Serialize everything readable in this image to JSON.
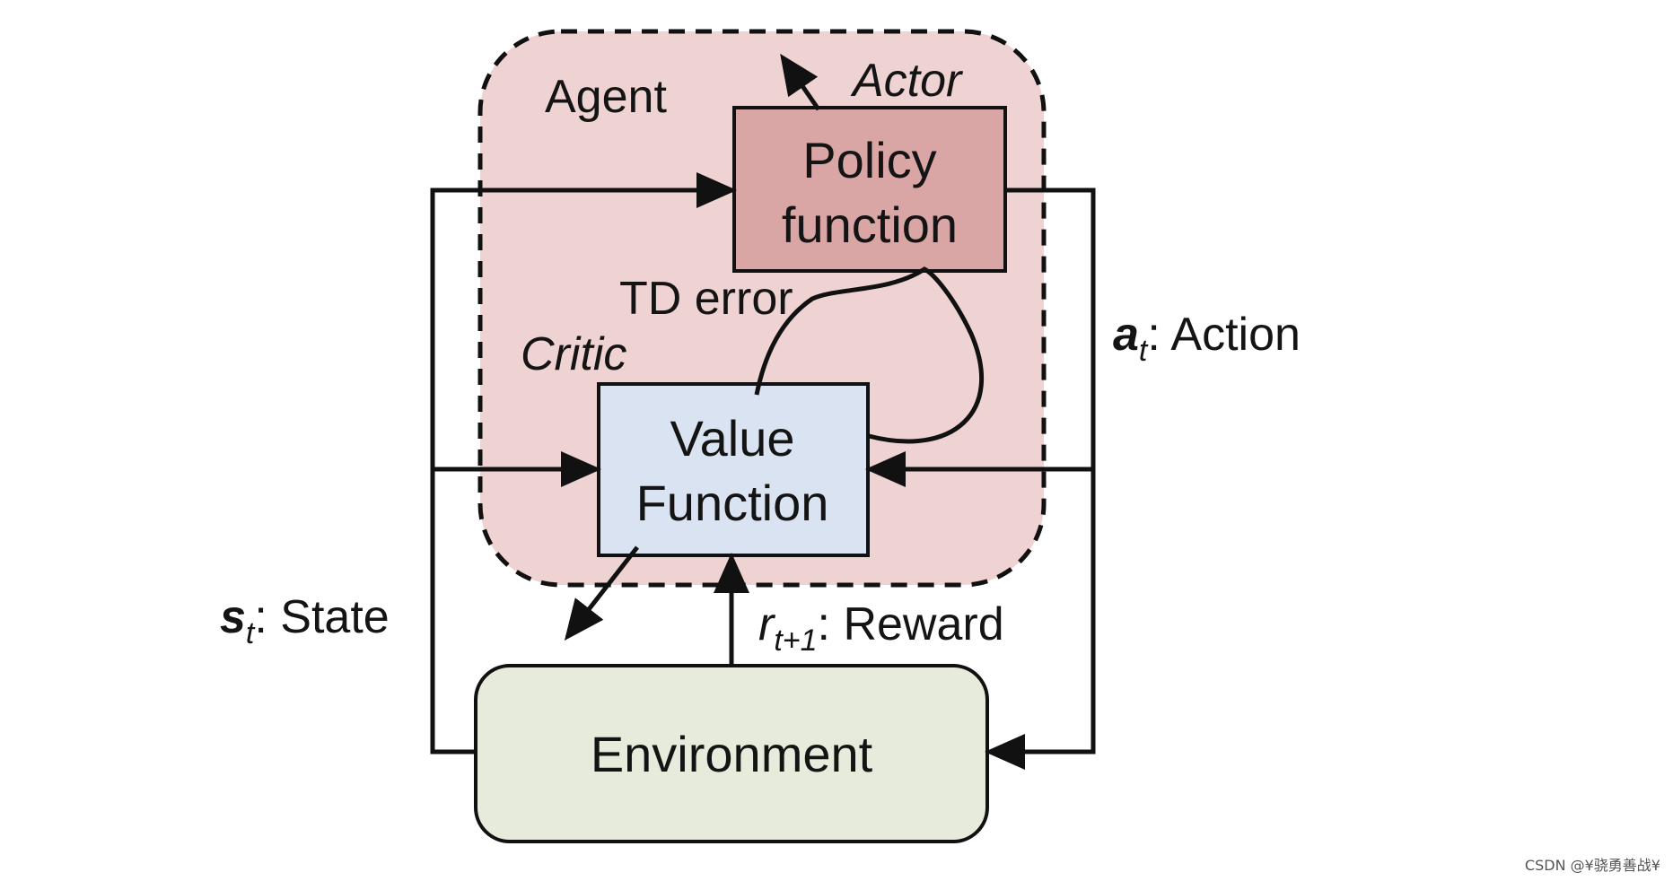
{
  "colors": {
    "agent_fill": "#efd3d2",
    "policy_fill": "#d9a5a5",
    "value_fill": "#dae3f1",
    "environment_fill": "#e6ebdb",
    "stroke": "#111111"
  },
  "agent": {
    "label": "Agent"
  },
  "actor": {
    "label": "Actor",
    "box_line1": "Policy",
    "box_line2": "function"
  },
  "critic": {
    "label": "Critic",
    "box_line1": "Value",
    "box_line2": "Function"
  },
  "td_error": {
    "label": "TD error"
  },
  "environment": {
    "label": "Environment"
  },
  "action": {
    "symbol": "a",
    "subscript": "t",
    "text": ": Action"
  },
  "state": {
    "symbol": "s",
    "subscript": "t",
    "text": ": State"
  },
  "reward": {
    "symbol": "r",
    "subscript": "t+1",
    "text": ": Reward"
  },
  "watermark": {
    "text": "CSDN @¥骁勇善战¥"
  }
}
